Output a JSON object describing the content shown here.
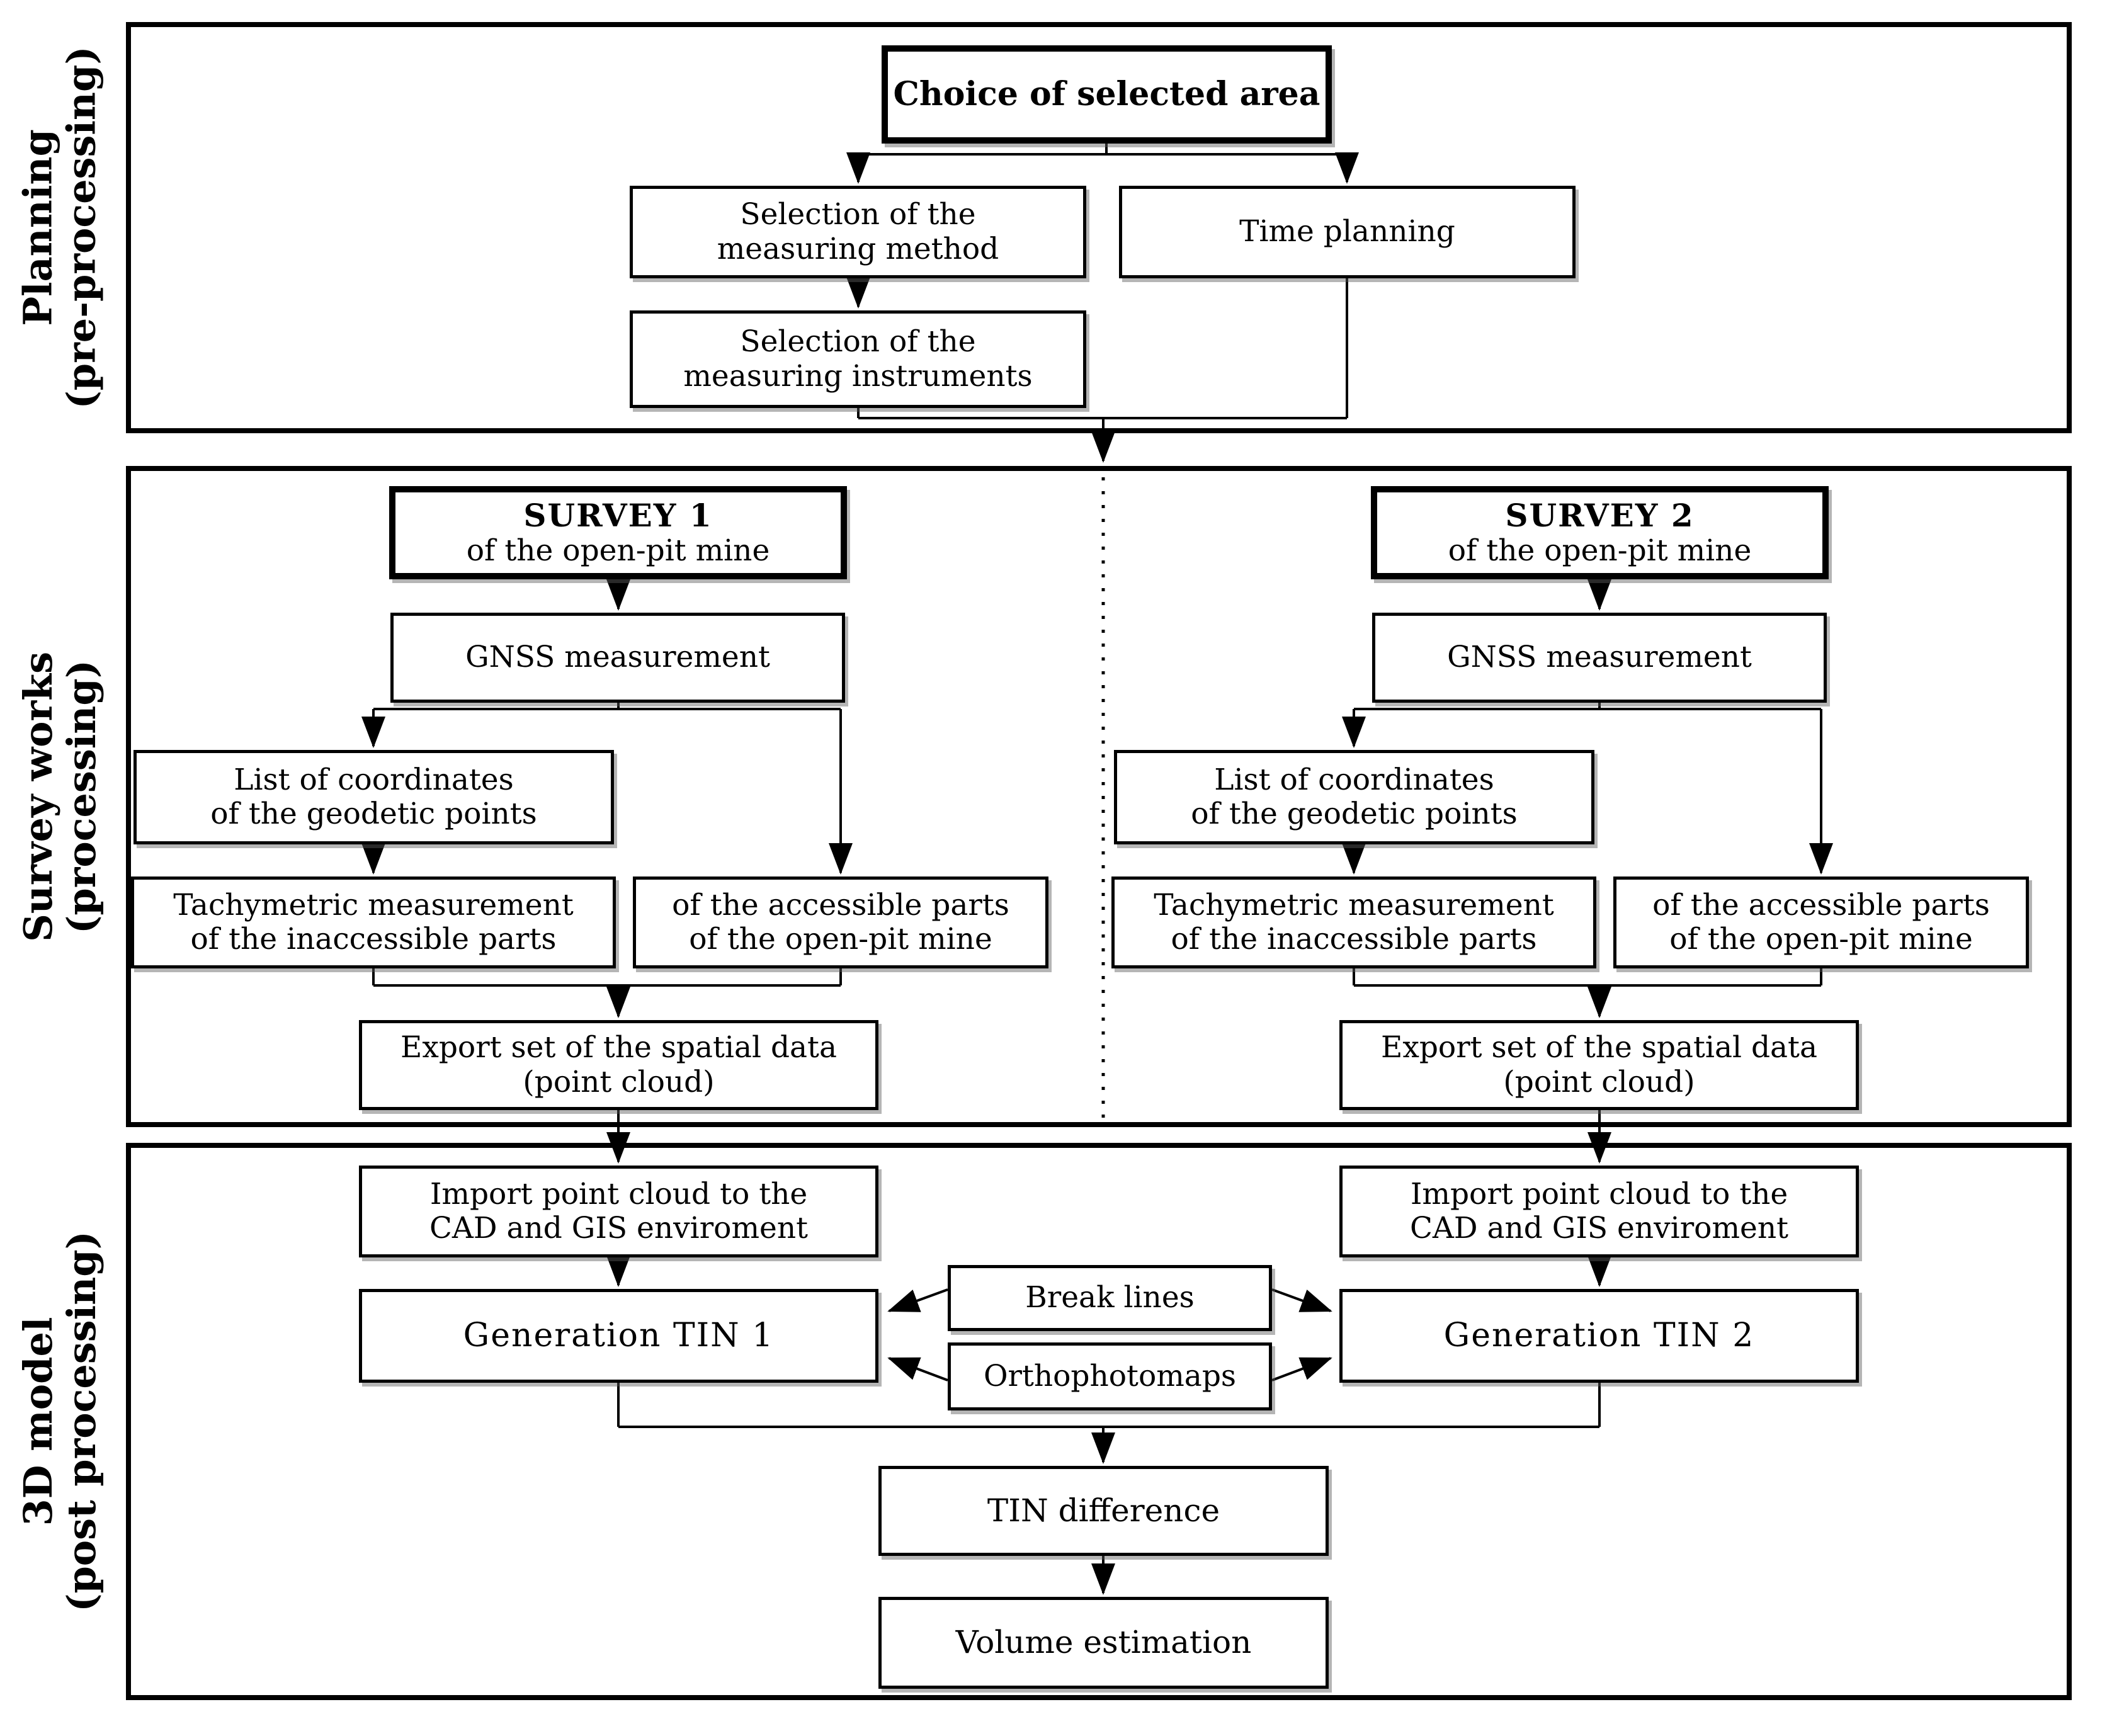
{
  "figure": {
    "background_color": "#ffffff",
    "line_color": "#000000",
    "box_fill_color": "#ffffff"
  },
  "sections": {
    "planning": {
      "label_line1": "Planning",
      "label_line2": "(pre-processing)"
    },
    "survey": {
      "label_line1": "Survey works",
      "label_line2": "(processing)"
    },
    "model": {
      "label_line1": "3D model",
      "label_line2": "(post processing)"
    }
  },
  "boxes": {
    "choice": {
      "text": "Choice of selected area"
    },
    "method": {
      "line1": "Selection of the",
      "line2": "measuring method"
    },
    "time": {
      "text": "Time planning"
    },
    "instruments": {
      "line1": "Selection of the",
      "line2": "measuring instruments"
    },
    "survey1": {
      "title": "SURVEY 1",
      "subtitle": "of the open-pit mine"
    },
    "survey2": {
      "title": "SURVEY 2",
      "subtitle": "of the open-pit mine"
    },
    "gnss1": {
      "text": "GNSS measurement"
    },
    "gnss2": {
      "text": "GNSS measurement"
    },
    "list1": {
      "line1": "List of coordinates",
      "line2": "of the geodetic points"
    },
    "list2": {
      "line1": "List of coordinates",
      "line2": "of the geodetic points"
    },
    "tachymetric1": {
      "line1": "Tachymetric measurement",
      "line2": "of the inaccessible parts"
    },
    "tachymetric2": {
      "line1": "Tachymetric measurement",
      "line2": "of the inaccessible parts"
    },
    "accessible1": {
      "line1": "of the accessible parts",
      "line2": "of the open-pit mine"
    },
    "accessible2": {
      "line1": "of the accessible parts",
      "line2": "of the open-pit mine"
    },
    "export1": {
      "line1": "Export set of the spatial data",
      "line2": "(point cloud)"
    },
    "export2": {
      "line1": "Export set of the spatial data",
      "line2": "(point cloud)"
    },
    "import1": {
      "line1": "Import point cloud to the",
      "line2": "CAD and GIS enviroment"
    },
    "import2": {
      "line1": "Import point cloud to the",
      "line2": "CAD and GIS enviroment"
    },
    "tin1": {
      "text": "Generation TIN 1"
    },
    "tin2": {
      "text": "Generation TIN 2"
    },
    "break_lines": {
      "text": "Break lines"
    },
    "orthophotomaps": {
      "text": "Orthophotomaps"
    },
    "tin_difference": {
      "text": "TIN difference"
    },
    "volume_estimation": {
      "text": "Volume estimation"
    }
  }
}
